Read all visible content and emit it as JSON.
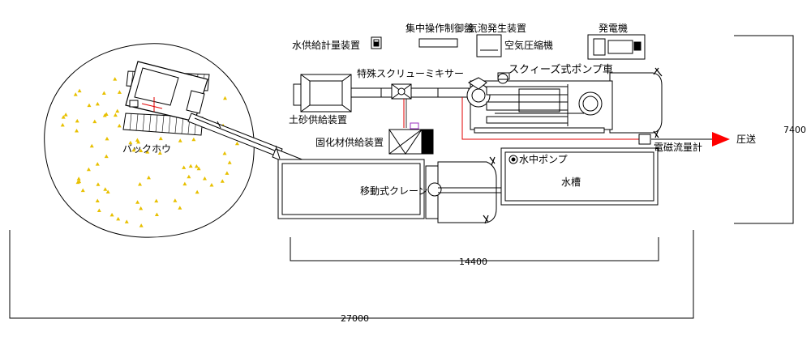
{
  "labels": {
    "water_meter": "水供給計量装置",
    "central_panel": "集中操作制御盤",
    "foam_generator": "気泡発生装置",
    "air_compressor": "空気圧縮機",
    "generator": "発電機",
    "special_mixer": "特殊スクリューミキサー",
    "squeeze_pump": "スクィーズ式ポンプ車",
    "soil_feeder": "土砂供給装置",
    "solidifier_feeder": "固化材供給装置",
    "backhoe": "バックホウ",
    "mobile_crane": "移動式クレーン",
    "submersible_pump": "水中ポンプ",
    "water_tank": "水槽",
    "flowmeter": "電磁流量計",
    "delivery": "圧送"
  },
  "dimensions": {
    "height": "7400",
    "mid_width": "14400",
    "total_width": "27000"
  },
  "colors": {
    "line": "#000000",
    "pipe_red": "#e00000",
    "arrow_red": "#ff0000",
    "dots_yellow": "#e8c000",
    "bucket_green": "#22cc22",
    "dosing_purple": "#9b30c0"
  }
}
